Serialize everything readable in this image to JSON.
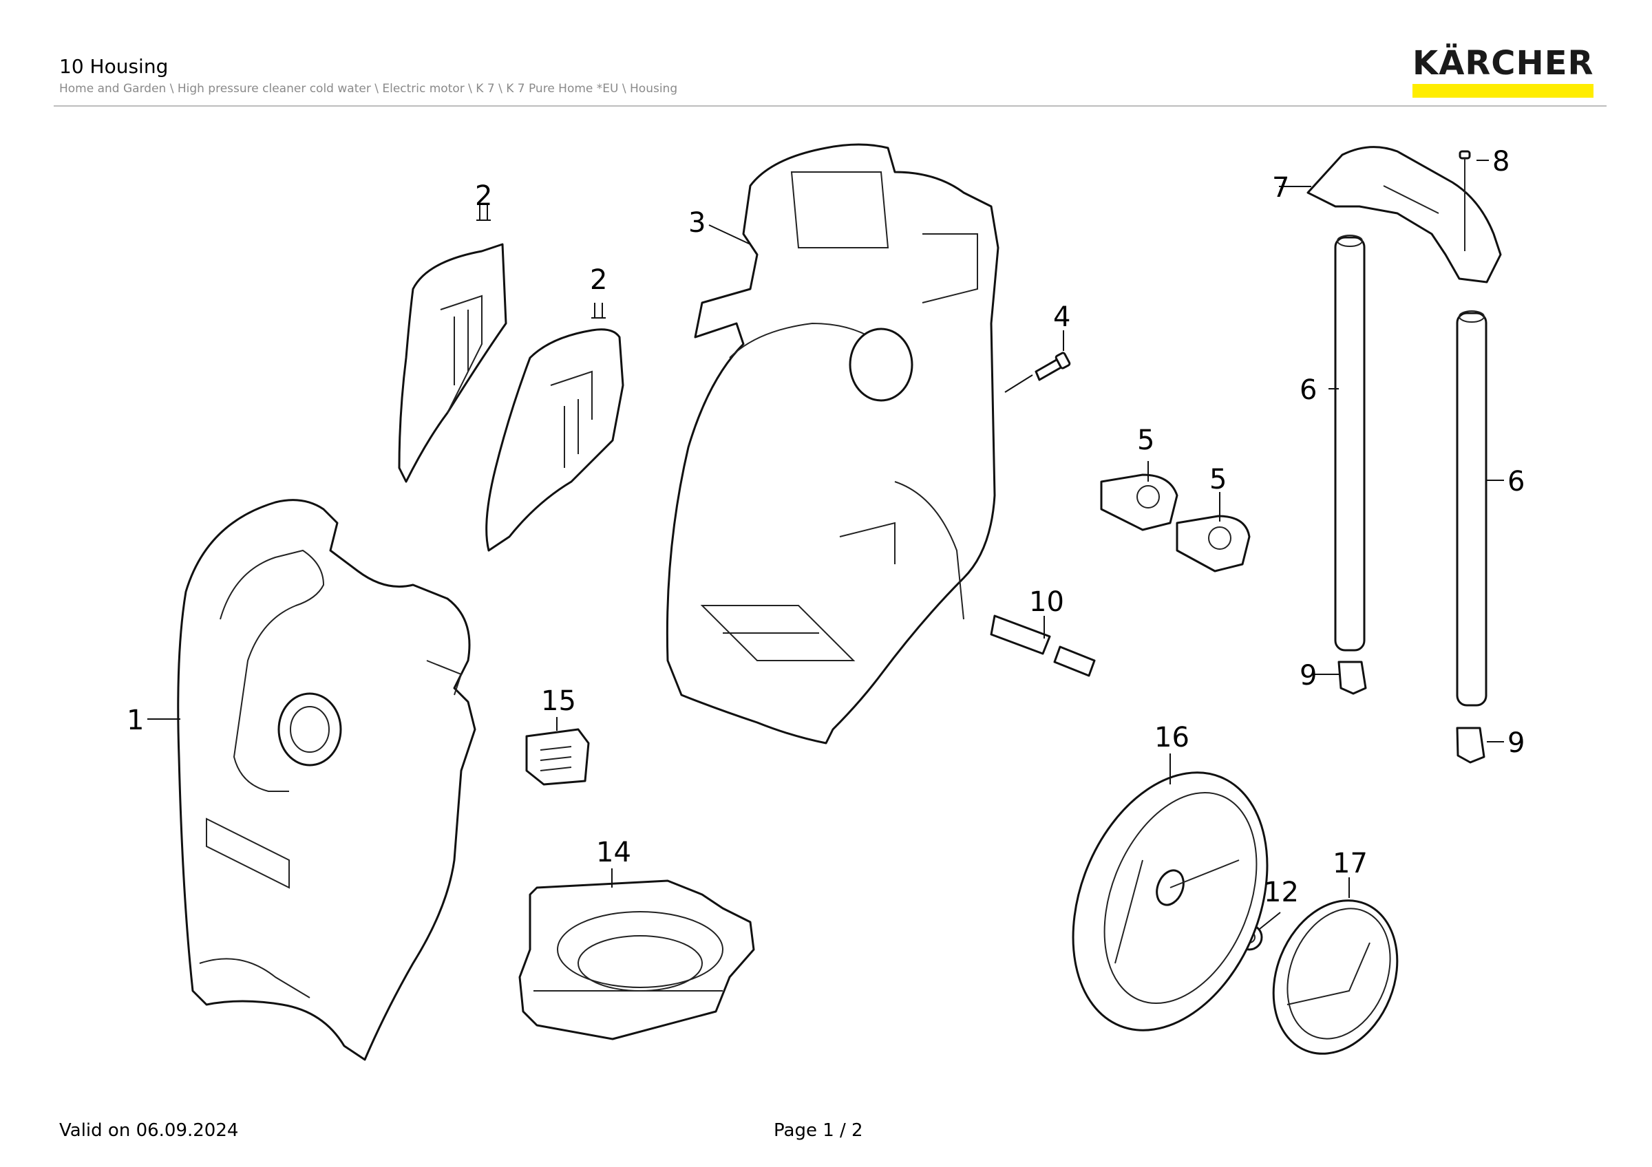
{
  "header": {
    "title": "10 Housing",
    "breadcrumb": "Home and Garden \\ High pressure cleaner cold water \\ Electric motor \\ K 7 \\ K 7 Pure Home *EU \\ Housing"
  },
  "logo": {
    "text": "KÄRCHER",
    "accent_color": "#ffed00"
  },
  "callouts": {
    "c1": "1",
    "c2a": "2",
    "c2b": "2",
    "c3": "3",
    "c4": "4",
    "c5a": "5",
    "c5b": "5",
    "c6a": "6",
    "c6b": "6",
    "c7": "7",
    "c8": "8",
    "c9a": "9",
    "c9b": "9",
    "c10": "10",
    "c12": "12",
    "c14": "14",
    "c15": "15",
    "c16": "16",
    "c17": "17"
  },
  "footer": {
    "valid": "Valid on 06.09.2024",
    "page": "Page 1 / 2"
  }
}
